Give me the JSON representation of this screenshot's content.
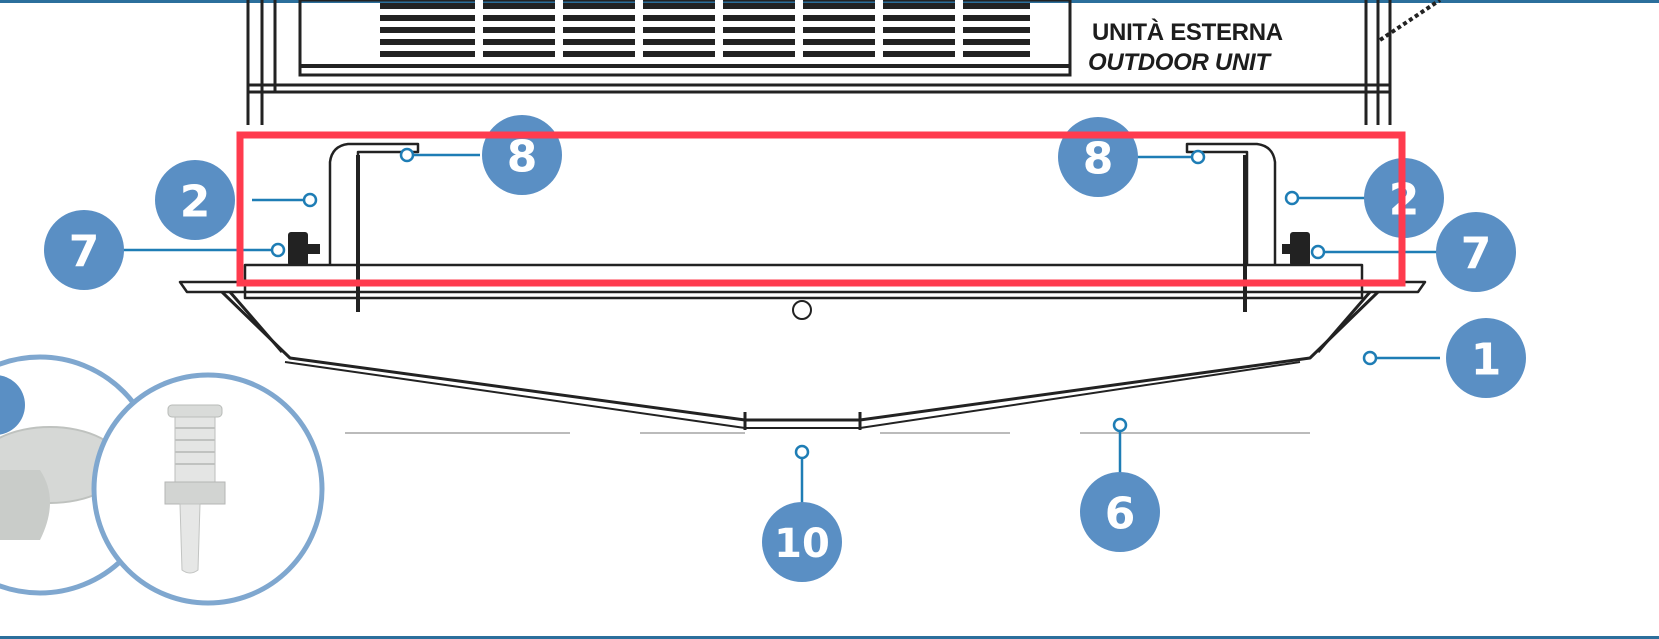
{
  "outdoor_unit_label": {
    "italian": "UNITÀ ESTERNA",
    "english": "OUTDOOR UNIT"
  },
  "callouts": [
    "8",
    "8",
    "2",
    "2",
    "7",
    "7",
    "1",
    "6",
    "10"
  ],
  "colors": {
    "callout_fill": "#5a8fc4",
    "leader_line": "#1e7db5",
    "highlight_box": "#ff3b4e",
    "frame_line": "#2b6f9c",
    "drawing_line": "#222222",
    "inset_ring": "#7fa7cf"
  },
  "highlight": {
    "present": true
  }
}
